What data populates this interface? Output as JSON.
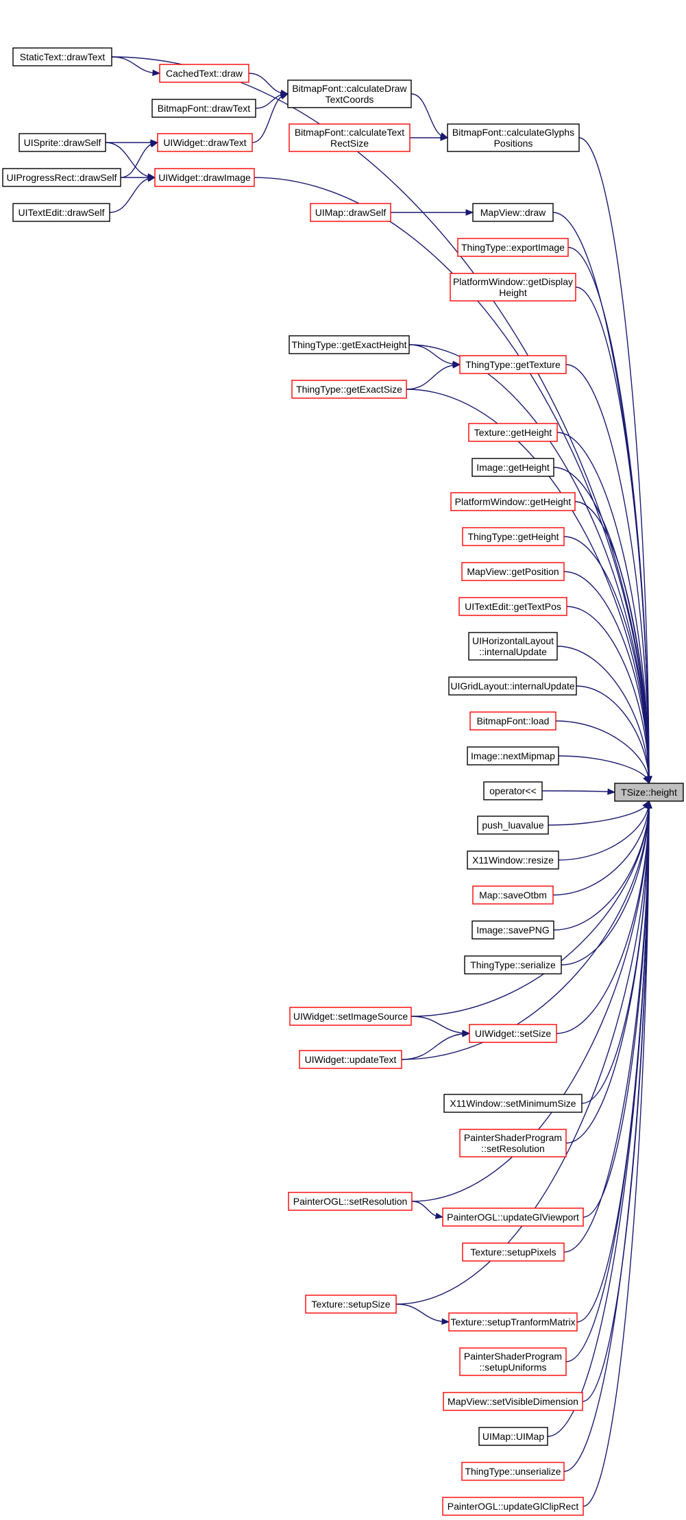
{
  "colors": {
    "edge": "#191970",
    "border_documented": "#000000",
    "border_truncated": "#ff0000",
    "fill_default": "#ffffff",
    "fill_target": "#bfbfbf"
  },
  "nodes": [
    {
      "id": "target",
      "lines": [
        "TSize::height"
      ],
      "style": "target"
    },
    {
      "id": "statictext_drawtext",
      "lines": [
        "StaticText::drawText"
      ],
      "style": "black"
    },
    {
      "id": "cachedtext_draw",
      "lines": [
        "CachedText::draw"
      ],
      "style": "red"
    },
    {
      "id": "bitmapfont_drawtext",
      "lines": [
        "BitmapFont::drawText"
      ],
      "style": "black"
    },
    {
      "id": "bitmapfont_calcdraw",
      "lines": [
        "BitmapFont::calculateDraw",
        "TextCoords"
      ],
      "style": "black"
    },
    {
      "id": "bitmapfont_calctextrect",
      "lines": [
        "BitmapFont::calculateText",
        "RectSize"
      ],
      "style": "red"
    },
    {
      "id": "bitmapfont_calcglyphs",
      "lines": [
        "BitmapFont::calculateGlyphs",
        "Positions"
      ],
      "style": "black"
    },
    {
      "id": "uisprite_drawself",
      "lines": [
        "UISprite::drawSelf"
      ],
      "style": "black"
    },
    {
      "id": "uiwidget_drawtext",
      "lines": [
        "UIWidget::drawText"
      ],
      "style": "red"
    },
    {
      "id": "uiprogressrect_drawself",
      "lines": [
        "UIProgressRect::drawSelf"
      ],
      "style": "black"
    },
    {
      "id": "uiwidget_drawimage",
      "lines": [
        "UIWidget::drawImage"
      ],
      "style": "red"
    },
    {
      "id": "uitextedit_drawself",
      "lines": [
        "UITextEdit::drawSelf"
      ],
      "style": "black"
    },
    {
      "id": "uimap_drawself",
      "lines": [
        "UIMap::drawSelf"
      ],
      "style": "red"
    },
    {
      "id": "mapview_draw",
      "lines": [
        "MapView::draw"
      ],
      "style": "black"
    },
    {
      "id": "thingtype_exportimage",
      "lines": [
        "ThingType::exportImage"
      ],
      "style": "red"
    },
    {
      "id": "platformwindow_getdisplayheight",
      "lines": [
        "PlatformWindow::getDisplay",
        "Height"
      ],
      "style": "red"
    },
    {
      "id": "thingtype_getexactheight",
      "lines": [
        "ThingType::getExactHeight"
      ],
      "style": "black"
    },
    {
      "id": "thingtype_gettexture",
      "lines": [
        "ThingType::getTexture"
      ],
      "style": "red"
    },
    {
      "id": "thingtype_getexactsize",
      "lines": [
        "ThingType::getExactSize"
      ],
      "style": "red"
    },
    {
      "id": "texture_getheight",
      "lines": [
        "Texture::getHeight"
      ],
      "style": "red"
    },
    {
      "id": "image_getheight",
      "lines": [
        "Image::getHeight"
      ],
      "style": "black"
    },
    {
      "id": "platformwindow_getheight",
      "lines": [
        "PlatformWindow::getHeight"
      ],
      "style": "red"
    },
    {
      "id": "thingtype_getheight",
      "lines": [
        "ThingType::getHeight"
      ],
      "style": "red"
    },
    {
      "id": "mapview_getposition",
      "lines": [
        "MapView::getPosition"
      ],
      "style": "red"
    },
    {
      "id": "uitextedit_gettextpos",
      "lines": [
        "UITextEdit::getTextPos"
      ],
      "style": "red"
    },
    {
      "id": "uihorizontallayout_internalupdate",
      "lines": [
        "UIHorizontalLayout",
        "::internalUpdate"
      ],
      "style": "black"
    },
    {
      "id": "uigridlayout_internalupdate",
      "lines": [
        "UIGridLayout::internalUpdate"
      ],
      "style": "black"
    },
    {
      "id": "bitmapfont_load",
      "lines": [
        "BitmapFont::load"
      ],
      "style": "red"
    },
    {
      "id": "image_nextmipmap",
      "lines": [
        "Image::nextMipmap"
      ],
      "style": "black"
    },
    {
      "id": "operator_shift",
      "lines": [
        "operator<<"
      ],
      "style": "black"
    },
    {
      "id": "push_luavalue",
      "lines": [
        "push_luavalue"
      ],
      "style": "black"
    },
    {
      "id": "x11window_resize",
      "lines": [
        "X11Window::resize"
      ],
      "style": "black"
    },
    {
      "id": "map_saveotbm",
      "lines": [
        "Map::saveOtbm"
      ],
      "style": "red"
    },
    {
      "id": "image_savepng",
      "lines": [
        "Image::savePNG"
      ],
      "style": "black"
    },
    {
      "id": "thingtype_serialize",
      "lines": [
        "ThingType::serialize"
      ],
      "style": "black"
    },
    {
      "id": "uiwidget_setimagesource",
      "lines": [
        "UIWidget::setImageSource"
      ],
      "style": "red"
    },
    {
      "id": "uiwidget_setsize",
      "lines": [
        "UIWidget::setSize"
      ],
      "style": "red"
    },
    {
      "id": "uiwidget_updatetext",
      "lines": [
        "UIWidget::updateText"
      ],
      "style": "red"
    },
    {
      "id": "x11window_setminimumsize",
      "lines": [
        "X11Window::setMinimumSize"
      ],
      "style": "black"
    },
    {
      "id": "paintershaderprogram_setresolution",
      "lines": [
        "PainterShaderProgram",
        "::setResolution"
      ],
      "style": "red"
    },
    {
      "id": "painterogl_setresolution",
      "lines": [
        "PainterOGL::setResolution"
      ],
      "style": "red"
    },
    {
      "id": "painterogl_updateglviewport",
      "lines": [
        "PainterOGL::updateGlViewport"
      ],
      "style": "red"
    },
    {
      "id": "texture_setuppixels",
      "lines": [
        "Texture::setupPixels"
      ],
      "style": "red"
    },
    {
      "id": "texture_setupsize",
      "lines": [
        "Texture::setupSize"
      ],
      "style": "red"
    },
    {
      "id": "texture_setuptranformmatrix",
      "lines": [
        "Texture::setupTranformMatrix"
      ],
      "style": "red"
    },
    {
      "id": "paintershaderprogram_setupuniforms",
      "lines": [
        "PainterShaderProgram",
        "::setupUniforms"
      ],
      "style": "red"
    },
    {
      "id": "mapview_setvisibledimension",
      "lines": [
        "MapView::setVisibleDimension"
      ],
      "style": "red"
    },
    {
      "id": "uimap_uimap",
      "lines": [
        "UIMap::UIMap"
      ],
      "style": "black"
    },
    {
      "id": "thingtype_unserialize",
      "lines": [
        "ThingType::unserialize"
      ],
      "style": "red"
    },
    {
      "id": "painterogl_updateglcliprect",
      "lines": [
        "PainterOGL::updateGlClipRect"
      ],
      "style": "red"
    }
  ],
  "edges": [
    {
      "from": "statictext_drawtext",
      "to": "target"
    },
    {
      "from": "statictext_drawtext",
      "to": "cachedtext_draw"
    },
    {
      "from": "cachedtext_draw",
      "to": "bitmapfont_calcdraw"
    },
    {
      "from": "bitmapfont_drawtext",
      "to": "bitmapfont_calcdraw"
    },
    {
      "from": "uiwidget_drawtext",
      "to": "bitmapfont_calcdraw"
    },
    {
      "from": "bitmapfont_calcdraw",
      "to": "bitmapfont_calcglyphs"
    },
    {
      "from": "bitmapfont_calctextrect",
      "to": "bitmapfont_calcglyphs"
    },
    {
      "from": "bitmapfont_calcglyphs",
      "to": "target"
    },
    {
      "from": "uisprite_drawself",
      "to": "uiwidget_drawtext"
    },
    {
      "from": "uisprite_drawself",
      "to": "uiwidget_drawimage"
    },
    {
      "from": "uiprogressrect_drawself",
      "to": "uiwidget_drawtext"
    },
    {
      "from": "uiprogressrect_drawself",
      "to": "uiwidget_drawimage"
    },
    {
      "from": "uitextedit_drawself",
      "to": "uiwidget_drawimage"
    },
    {
      "from": "uiwidget_drawimage",
      "to": "target"
    },
    {
      "from": "uimap_drawself",
      "to": "mapview_draw"
    },
    {
      "from": "mapview_draw",
      "to": "target"
    },
    {
      "from": "thingtype_exportimage",
      "to": "target"
    },
    {
      "from": "platformwindow_getdisplayheight",
      "to": "target"
    },
    {
      "from": "thingtype_getexactheight",
      "to": "target"
    },
    {
      "from": "thingtype_getexactheight",
      "to": "thingtype_gettexture"
    },
    {
      "from": "thingtype_getexactsize",
      "to": "thingtype_gettexture"
    },
    {
      "from": "thingtype_getexactsize",
      "to": "target"
    },
    {
      "from": "thingtype_gettexture",
      "to": "target"
    },
    {
      "from": "texture_getheight",
      "to": "target"
    },
    {
      "from": "image_getheight",
      "to": "target"
    },
    {
      "from": "platformwindow_getheight",
      "to": "target"
    },
    {
      "from": "thingtype_getheight",
      "to": "target"
    },
    {
      "from": "mapview_getposition",
      "to": "target"
    },
    {
      "from": "uitextedit_gettextpos",
      "to": "target"
    },
    {
      "from": "uihorizontallayout_internalupdate",
      "to": "target"
    },
    {
      "from": "uigridlayout_internalupdate",
      "to": "target"
    },
    {
      "from": "bitmapfont_load",
      "to": "target"
    },
    {
      "from": "image_nextmipmap",
      "to": "target"
    },
    {
      "from": "operator_shift",
      "to": "target"
    },
    {
      "from": "push_luavalue",
      "to": "target"
    },
    {
      "from": "x11window_resize",
      "to": "target"
    },
    {
      "from": "map_saveotbm",
      "to": "target"
    },
    {
      "from": "image_savepng",
      "to": "target"
    },
    {
      "from": "thingtype_serialize",
      "to": "target"
    },
    {
      "from": "uiwidget_setimagesource",
      "to": "target"
    },
    {
      "from": "uiwidget_setimagesource",
      "to": "uiwidget_setsize"
    },
    {
      "from": "uiwidget_updatetext",
      "to": "uiwidget_setsize"
    },
    {
      "from": "uiwidget_updatetext",
      "to": "target"
    },
    {
      "from": "uiwidget_setsize",
      "to": "target"
    },
    {
      "from": "x11window_setminimumsize",
      "to": "target"
    },
    {
      "from": "paintershaderprogram_setresolution",
      "to": "target"
    },
    {
      "from": "painterogl_setresolution",
      "to": "target"
    },
    {
      "from": "painterogl_setresolution",
      "to": "painterogl_updateglviewport"
    },
    {
      "from": "painterogl_updateglviewport",
      "to": "target"
    },
    {
      "from": "texture_setuppixels",
      "to": "target"
    },
    {
      "from": "texture_setupsize",
      "to": "target"
    },
    {
      "from": "texture_setupsize",
      "to": "texture_setuptranformmatrix"
    },
    {
      "from": "texture_setuptranformmatrix",
      "to": "target"
    },
    {
      "from": "paintershaderprogram_setupuniforms",
      "to": "target"
    },
    {
      "from": "mapview_setvisibledimension",
      "to": "target"
    },
    {
      "from": "uimap_uimap",
      "to": "target"
    },
    {
      "from": "thingtype_unserialize",
      "to": "target"
    },
    {
      "from": "painterogl_updateglcliprect",
      "to": "target"
    }
  ]
}
